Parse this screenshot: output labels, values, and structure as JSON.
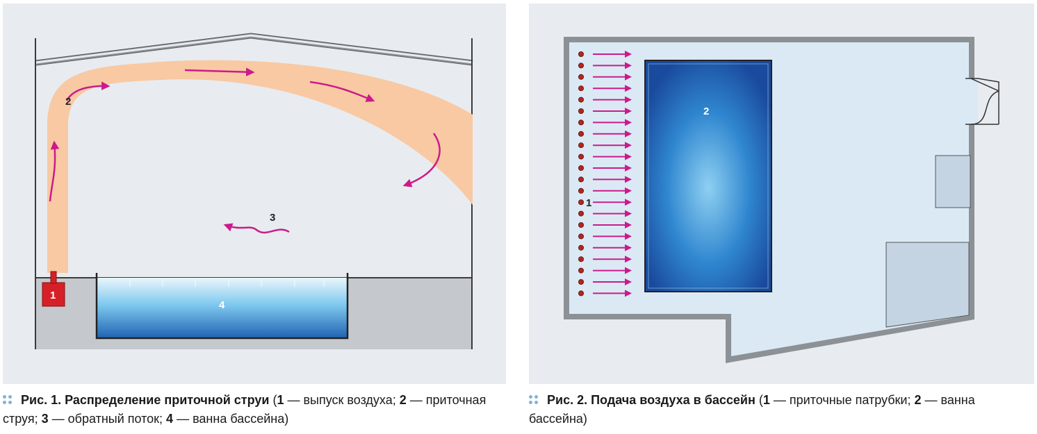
{
  "figure1": {
    "labels": {
      "outlet": "1",
      "jet": "2",
      "return": "3",
      "bath": "4"
    },
    "caption": {
      "title": "Рис. 1. Распределение приточной струи",
      "open": " (",
      "n1": "1",
      "t1": " — выпуск воздуха; ",
      "n2": "2",
      "t2": " — приточная струя; ",
      "n3": "3",
      "t3": " — обратный поток; ",
      "n4": "4",
      "t4": " — ванна бассейна)"
    }
  },
  "figure2": {
    "labels": {
      "nozzles": "1",
      "bath": "2"
    },
    "caption": {
      "title": "Рис. 2. Подача воздуха в бассейн",
      "open": " (",
      "n1": "1",
      "t1": " — приточные патрубки; ",
      "n2": "2",
      "t2": " — ванна бассейна)"
    }
  },
  "colors": {
    "panel_bg": "#e8ecf0",
    "jet": "#f8c9a3",
    "arrow": "#cc1a8a",
    "outlet": "#d62027",
    "nozzle": "#b3261e",
    "pool_deep": "#1b4ea3",
    "pool_light": "#7ec8ee",
    "floor": "#c5c9ce",
    "wall": "#3a3a3a",
    "dots": "#7fb3d8"
  }
}
